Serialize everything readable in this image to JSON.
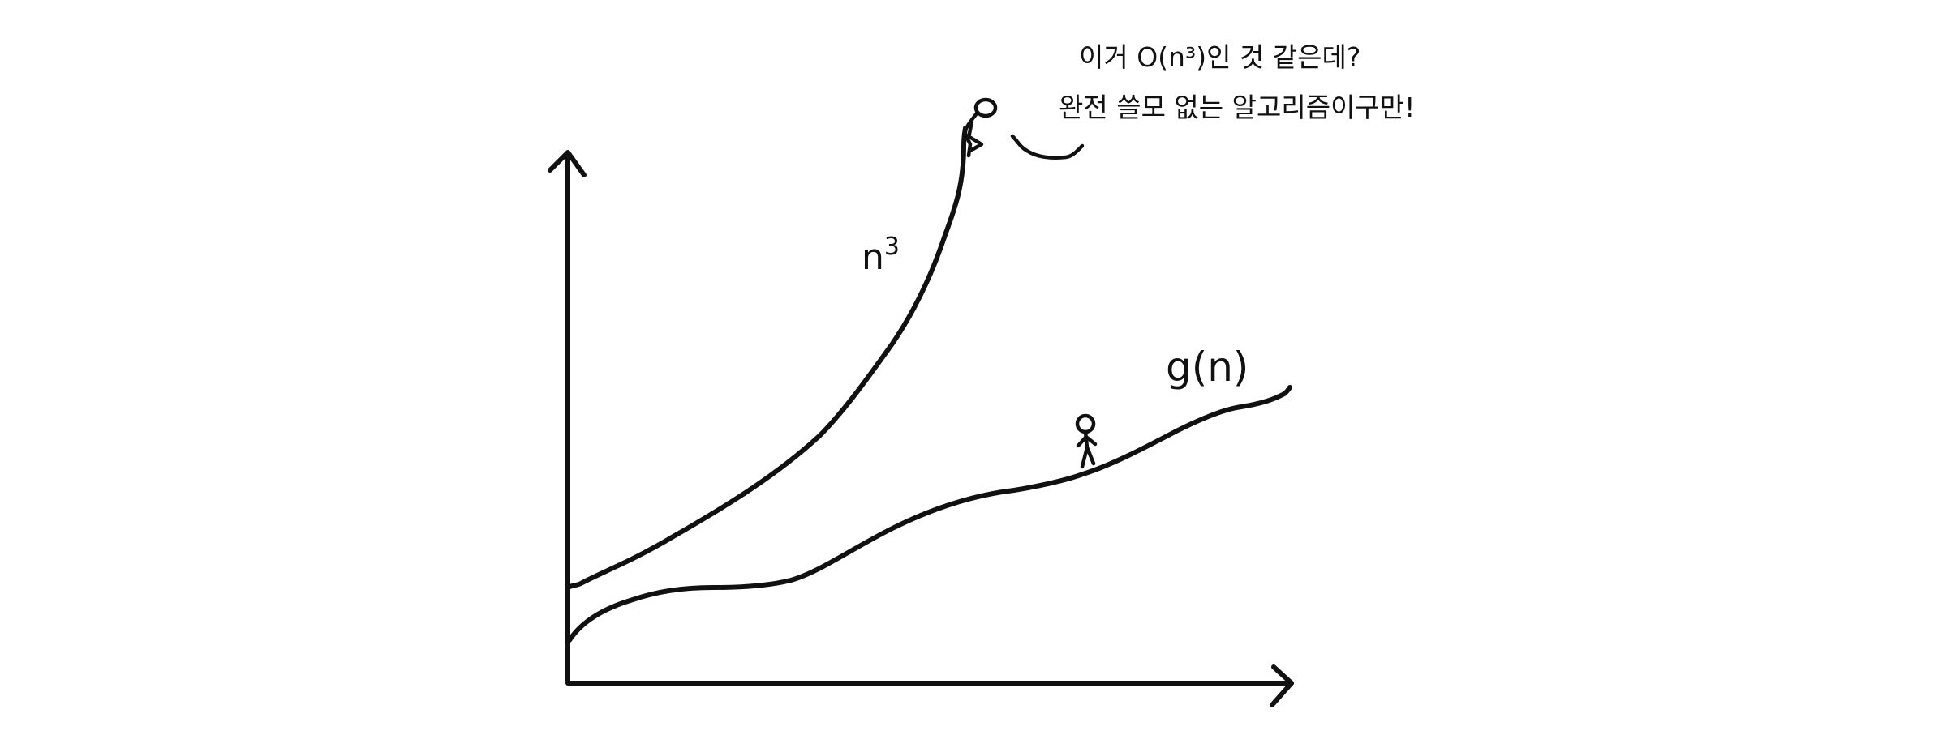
{
  "curves": {
    "upper_label": "n",
    "upper_label_sup": "3",
    "lower_label": "g(n)"
  },
  "speech": {
    "line1": "이거 O(n³)인 것 같은데?",
    "line2": "완전 쓸모 없는 알고리즘이구만!"
  },
  "icons": {
    "sitting_figure": "stick-figure-sitting-icon",
    "walking_figure": "stick-figure-walking-icon"
  },
  "colors": {
    "ink": "#111111",
    "background": "#ffffff"
  }
}
